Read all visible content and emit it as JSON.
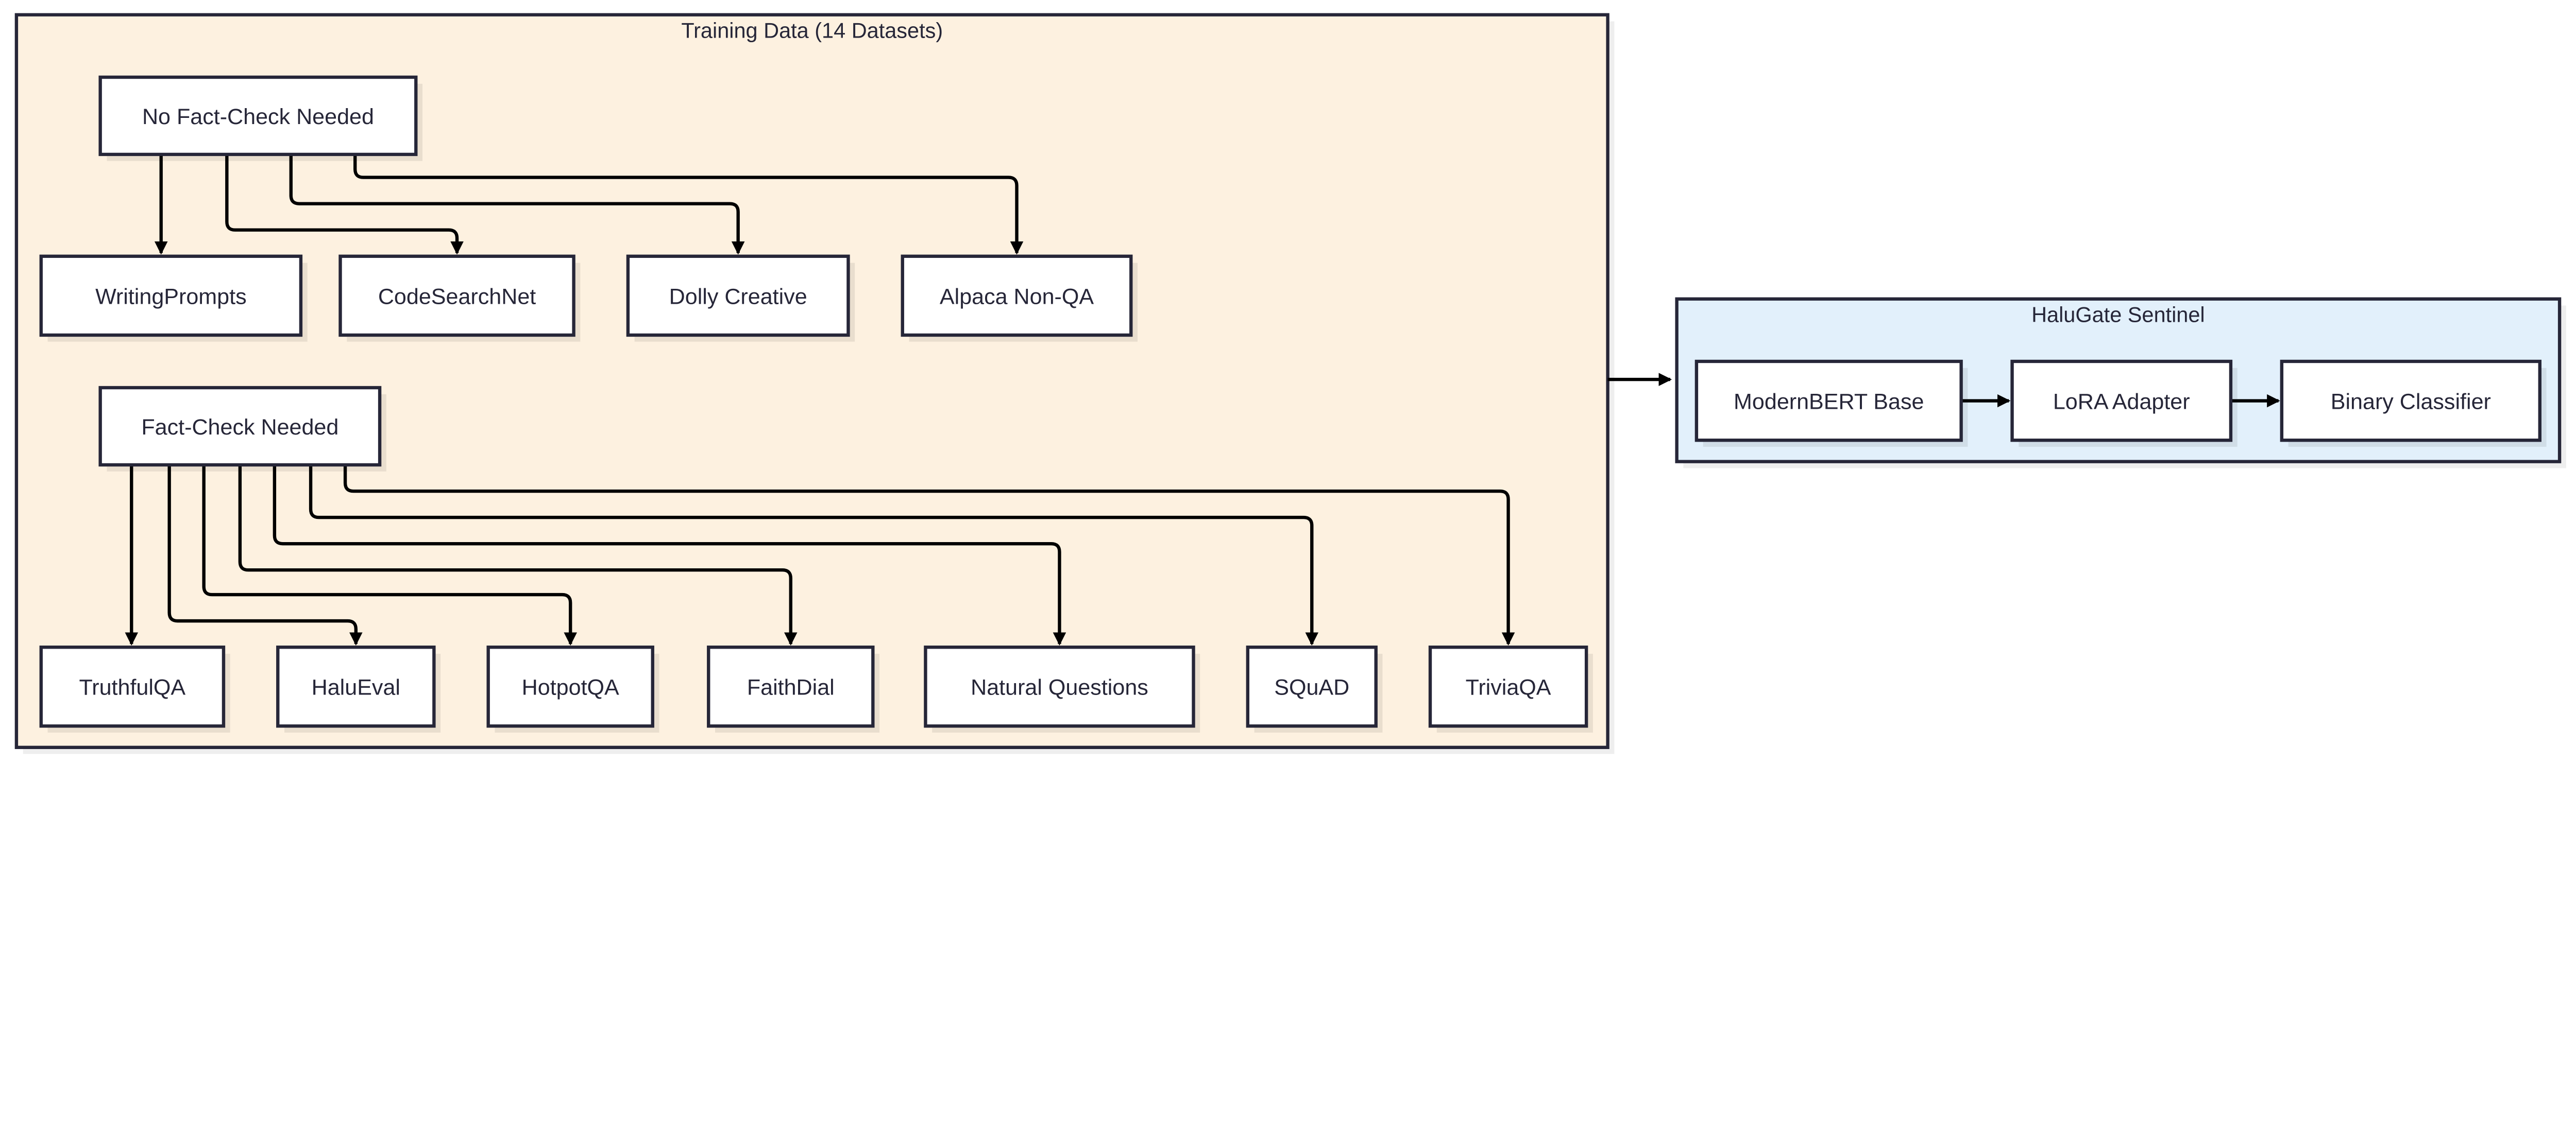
{
  "groups": {
    "training": {
      "title": "Training Data (14 Datasets)",
      "fill": "#fdf1e0"
    },
    "sentinel": {
      "title": "HaluGate Sentinel",
      "fill": "#e2f0fb"
    }
  },
  "nodes": {
    "nofc": "No Fact-Check Needed",
    "wp": "WritingPrompts",
    "csn": "CodeSearchNet",
    "dolly": "Dolly Creative",
    "alpaca": "Alpaca Non-QA",
    "fc": "Fact-Check Needed",
    "tqa": "TruthfulQA",
    "halu": "HaluEval",
    "hotpot": "HotpotQA",
    "faith": "FaithDial",
    "nq": "Natural Questions",
    "squad": "SQuAD",
    "trivia": "TriviaQA",
    "mbert": "ModernBERT Base",
    "lora": "LoRA Adapter",
    "bin": "Binary Classifier"
  },
  "edges": [
    [
      "nofc",
      "wp"
    ],
    [
      "nofc",
      "csn"
    ],
    [
      "nofc",
      "dolly"
    ],
    [
      "nofc",
      "alpaca"
    ],
    [
      "fc",
      "tqa"
    ],
    [
      "fc",
      "halu"
    ],
    [
      "fc",
      "hotpot"
    ],
    [
      "fc",
      "faith"
    ],
    [
      "fc",
      "nq"
    ],
    [
      "fc",
      "squad"
    ],
    [
      "fc",
      "trivia"
    ],
    [
      "training",
      "sentinel"
    ],
    [
      "mbert",
      "lora"
    ],
    [
      "lora",
      "bin"
    ]
  ],
  "colors": {
    "stroke": "#262638",
    "arrow": "#000000",
    "node_fill": "#ffffff"
  }
}
